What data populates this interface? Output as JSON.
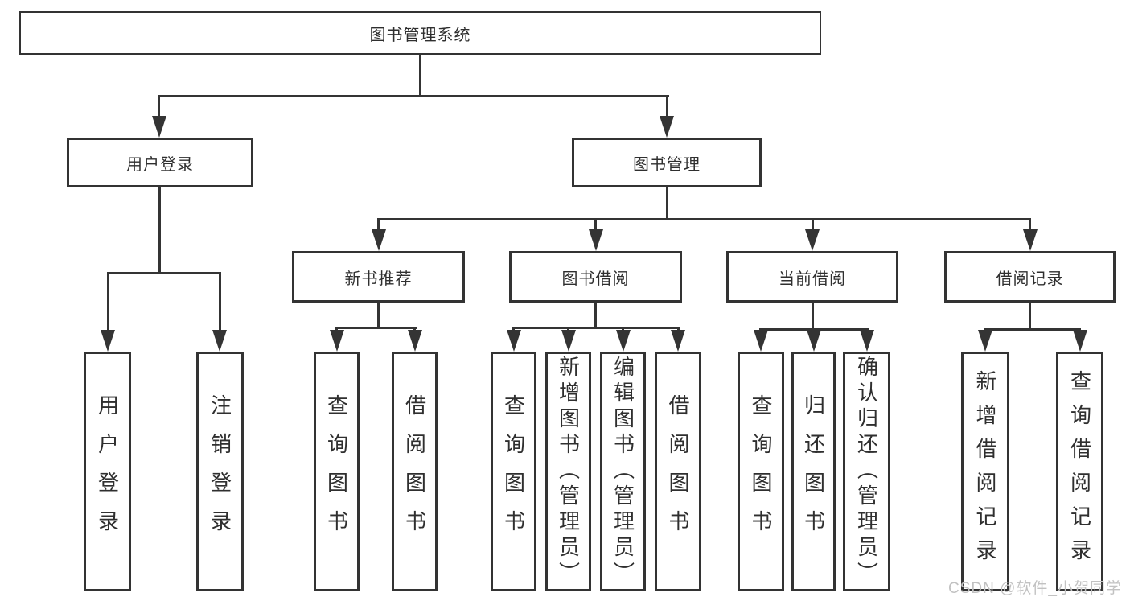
{
  "root": {
    "label": "图书管理系统"
  },
  "level2": [
    {
      "id": "user-login",
      "label": "用户登录"
    },
    {
      "id": "book-management",
      "label": "图书管理"
    }
  ],
  "level3": [
    {
      "id": "new-book-recommend",
      "label": "新书推荐"
    },
    {
      "id": "book-borrow",
      "label": "图书借阅"
    },
    {
      "id": "current-borrow",
      "label": "当前借阅"
    },
    {
      "id": "borrow-records",
      "label": "借阅记录"
    }
  ],
  "leaves": {
    "user_login": [
      "用户登录",
      "注销登录"
    ],
    "new_book_recommend": [
      "查询图书",
      "借阅图书"
    ],
    "book_borrow": [
      "查询图书",
      "新增图书（管理员）",
      "编辑图书（管理员）",
      "借阅图书"
    ],
    "current_borrow": [
      "查询图书",
      "归还图书",
      "确认归还（管理员）"
    ],
    "borrow_records": [
      "新增借阅记录",
      "查询借阅记录"
    ]
  },
  "watermark": {
    "text": "CSDN @软件_小贺同学"
  },
  "colors": {
    "line": "#343434",
    "border": "#333333",
    "text": "#2f2f2f",
    "watermark": "#c2c2c2",
    "background": "#ffffff"
  }
}
